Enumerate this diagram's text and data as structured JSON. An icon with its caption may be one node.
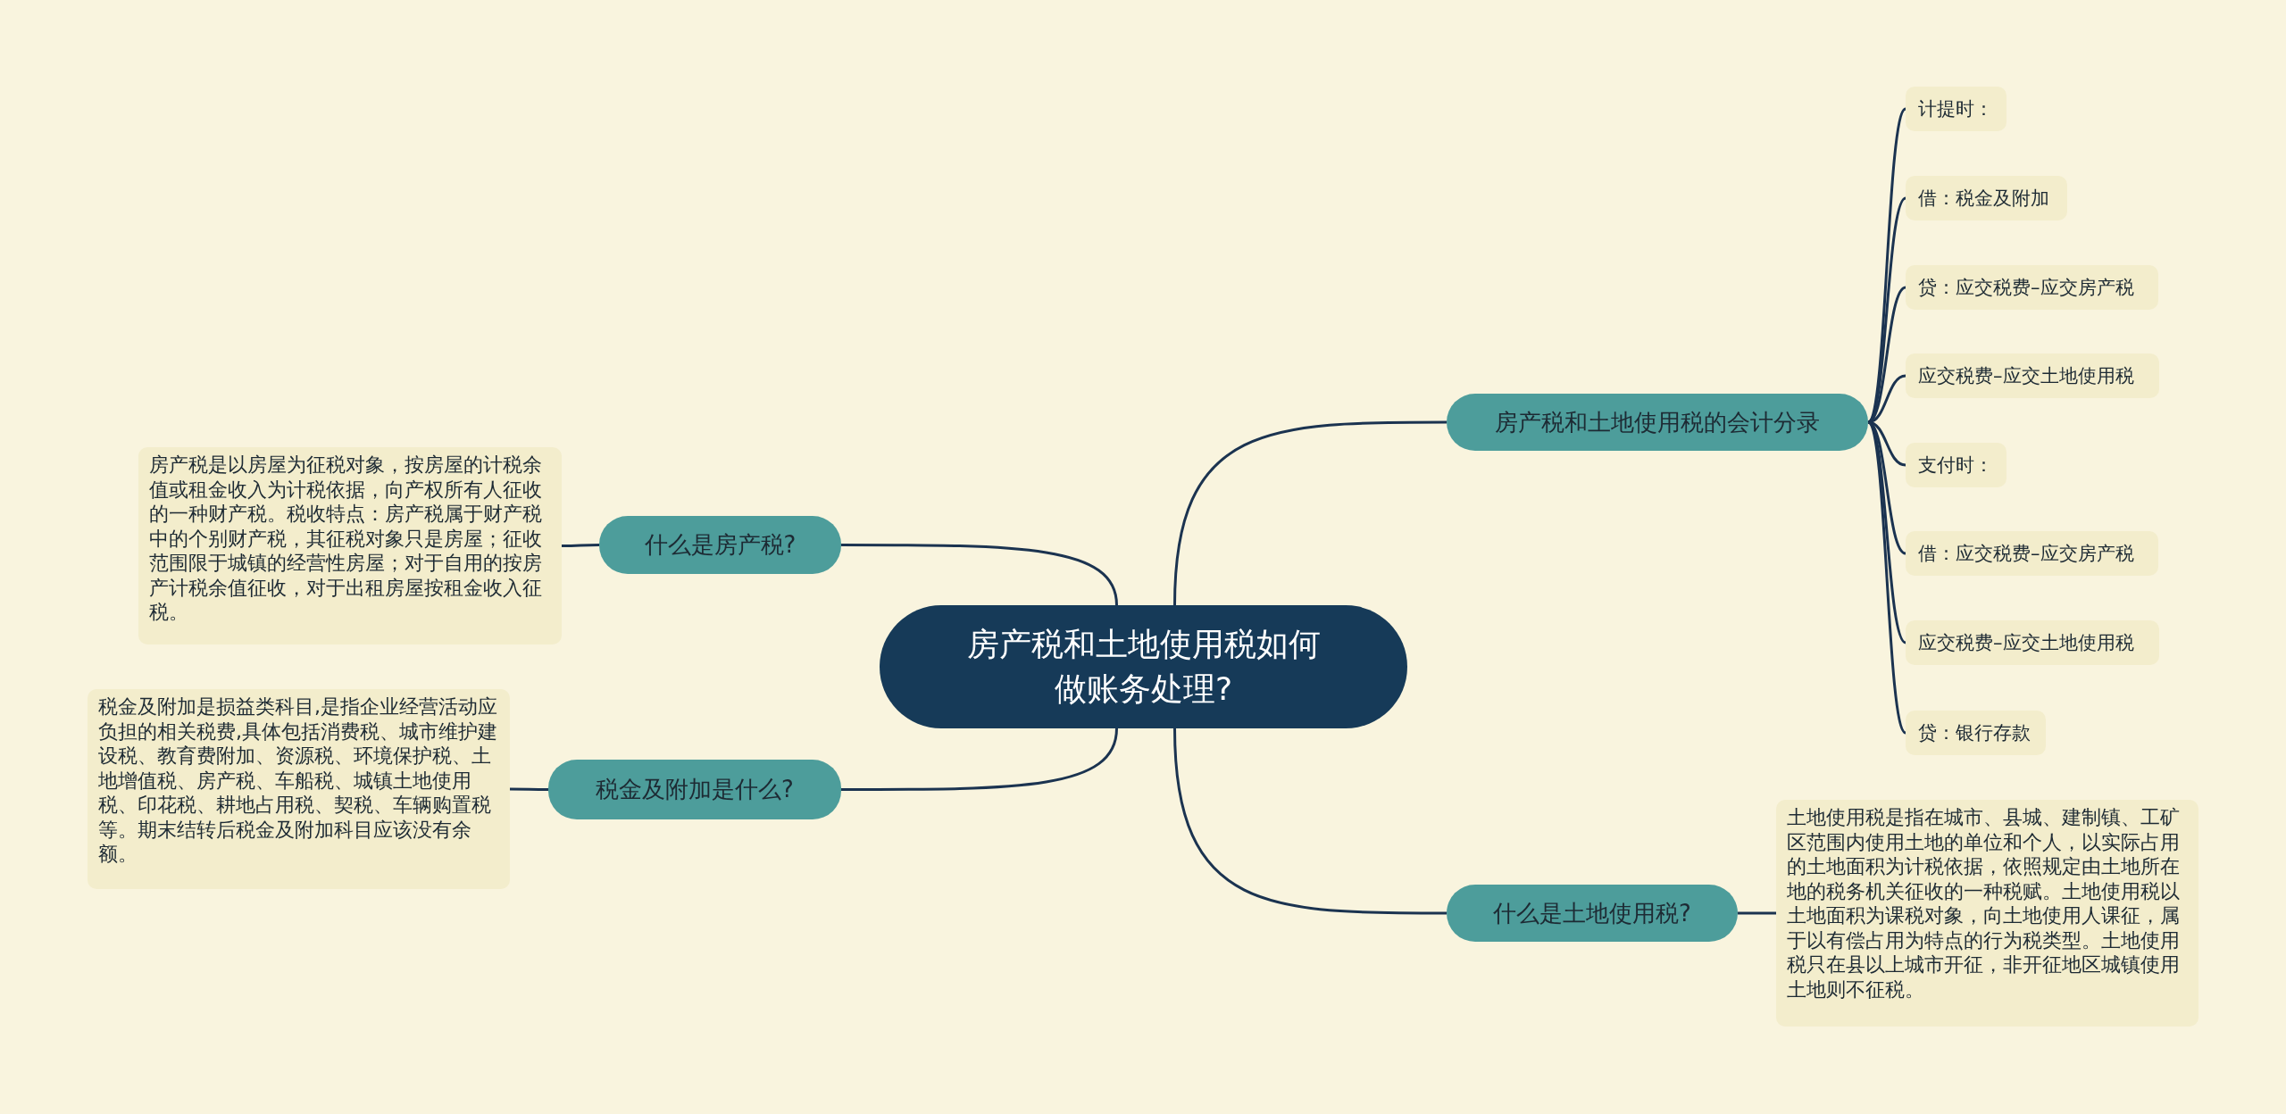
{
  "diagram": {
    "nodes": [
      {
        "text": [
          "房产税和土地使用税如何做账务处理?"
        ]
      },
      {
        "text": [
          "房产税和土地使用税的会计分录"
        ]
      },
      {
        "text": [
          "计提时："
        ]
      },
      {
        "text": [
          "借：税金及附加"
        ]
      },
      {
        "text": [
          "贷：应交税费–应交房产税"
        ]
      },
      {
        "text": [
          "应交税费–应交土地使用税"
        ]
      },
      {
        "text": [
          "支付时："
        ]
      },
      {
        "text": [
          "借：应交税费–应交房产税"
        ]
      },
      {
        "text": [
          "应交税费–应交土地使用税"
        ]
      },
      {
        "text": [
          "贷：银行存款"
        ]
      },
      {
        "text": [
          "什么是房产税?"
        ]
      },
      {
        "text": [
          "房产税是以房屋为征税对象，按房屋的计税余值或租金收入为计税依据，向产权所有人征收的一种财产税。税收特点：房产税属于财产税中的个别财产税，其征税对象只是房屋；征收范围限于城镇的经营性房屋；对于自用的按房产计税余值征收，对于出租房屋按租金收入征税。"
        ]
      },
      {
        "text": [
          "税金及附加是什么?"
        ]
      },
      {
        "text": [
          "税金及附加是损益类科目,是指企业经营活动应负担的相关税费,具体包括消费税、城市维护建设税、教育费附加、资源税、环境保护税、土地增值税、房产税、车船税、城镇土地使用税、印花税、耕地占用税、契税、车辆购置税等。期末结转后税金及附加科目应该没有余额。"
        ]
      },
      {
        "text": [
          "什么是土地使用税?"
        ]
      },
      {
        "text": [
          "土地使用税是指在城市、县城、建制镇、工矿区范围内使用土地的单位和个人，以实际占用的土地面积为计税依据，依照规定由土地所在地的税务机关征收的一种税赋。土地使用税以土地面积为课税对象，向土地使用人课征，属于以有偿占用为特点的行为税类型。土地使用税只在县以上城市开征，非开征地区城镇使用土地则不征税。"
        ]
      }
    ],
    "edges": [
      {
        "from": 0,
        "to": 1,
        "arrow": "none"
      },
      {
        "from": 1,
        "to": 2,
        "arrow": "none"
      },
      {
        "from": 1,
        "to": 3,
        "arrow": "none"
      },
      {
        "from": 1,
        "to": 4,
        "arrow": "none"
      },
      {
        "from": 1,
        "to": 5,
        "arrow": "none"
      },
      {
        "from": 1,
        "to": 6,
        "arrow": "none"
      },
      {
        "from": 1,
        "to": 7,
        "arrow": "none"
      },
      {
        "from": 1,
        "to": 8,
        "arrow": "none"
      },
      {
        "from": 1,
        "to": 9,
        "arrow": "none"
      },
      {
        "from": 0,
        "to": 10,
        "arrow": "none"
      },
      {
        "from": 10,
        "to": 11,
        "arrow": "none"
      },
      {
        "from": 0,
        "to": 12,
        "arrow": "none"
      },
      {
        "from": 12,
        "to": 13,
        "arrow": "none"
      },
      {
        "from": 0,
        "to": 14,
        "arrow": "none"
      },
      {
        "from": 14,
        "to": 15,
        "arrow": "none"
      }
    ]
  }
}
